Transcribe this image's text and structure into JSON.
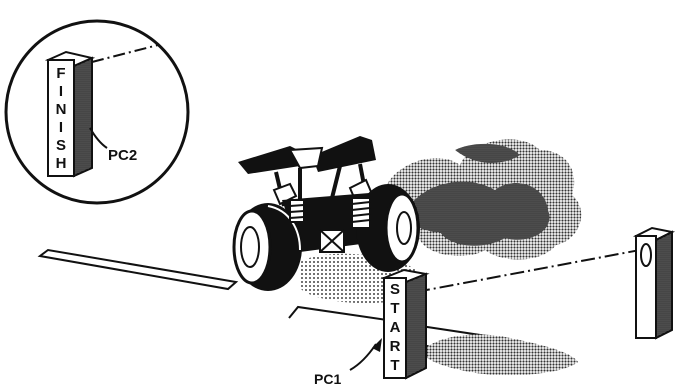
{
  "finish_post": {
    "letters": [
      "F",
      "I",
      "N",
      "I",
      "S",
      "H"
    ]
  },
  "start_post": {
    "letters": [
      "S",
      "T",
      "A",
      "R",
      "T"
    ]
  },
  "labels": {
    "pc2": "PC2",
    "pc1": "PC1"
  },
  "colors": {
    "ink": "#111111",
    "dither": "#555555"
  }
}
